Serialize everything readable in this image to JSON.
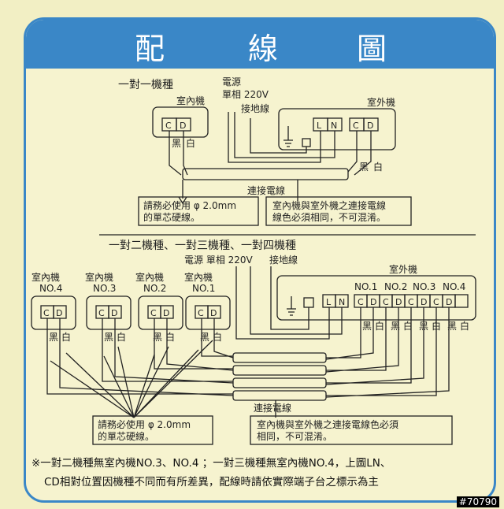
{
  "title": {
    "c1": "配",
    "c2": "線",
    "c3": "圖"
  },
  "s1": {
    "heading": "一對一機種",
    "indoor": "室內機",
    "power": "電源",
    "phase": "單相 220V",
    "ground": "接地線",
    "outdoor": "室外機",
    "t_c": "C",
    "t_d": "D",
    "t_l": "L",
    "t_n": "N",
    "black": "黑",
    "white": "白",
    "cable": "連接電線",
    "note1a": "請務必使用 φ  2.0mm",
    "note1b": "的單芯硬線。",
    "note2a": "室內機與室外機之連接電線",
    "note2b": "線色必須相同，不可混淆。"
  },
  "s2": {
    "heading": "一對二機種、一對三機種、一對四機種",
    "power": "電源 單相 220V",
    "ground": "接地線",
    "outdoor": "室外機",
    "units": [
      {
        "label": "室內機",
        "no": "NO.4"
      },
      {
        "label": "室內機",
        "no": "NO.3"
      },
      {
        "label": "室內機",
        "no": "NO.2"
      },
      {
        "label": "室內機",
        "no": "NO.1"
      }
    ],
    "out_nos": [
      "NO.1",
      "NO.2",
      "NO.3",
      "NO.4"
    ],
    "cable": "連接電線",
    "note1a": "請務必使用 φ  2.0mm",
    "note1b": "的單芯硬線。",
    "note2a": "室內機與室外機之連接電線色必須",
    "note2b": "相同，不可混淆。"
  },
  "footnote": {
    "line1": "※一對二機種無室內機NO.3、NO.4 ；一對三機種無室內機NO.4，上圖LN、",
    "line2": "CD相對位置因機種不同而有所差異，配線時請依實際端子台之標示為主"
  },
  "watermark": "#70790",
  "colors": {
    "accent": "#3a87c7",
    "background": "#f6f3cf",
    "line": "#222222"
  }
}
